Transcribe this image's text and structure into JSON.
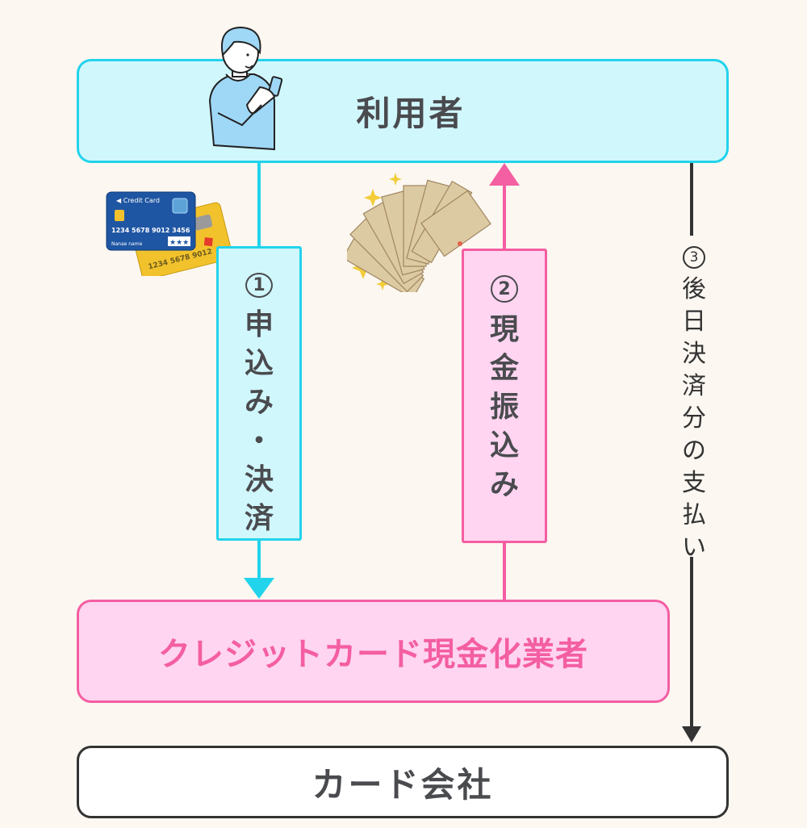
{
  "diagram": {
    "title": "Credit card cash-conversion flow",
    "nodes": {
      "user": {
        "label": "利用者"
      },
      "dealer": {
        "label": "クレジットカード現金化業者"
      },
      "card_company": {
        "label": "カード会社"
      }
    },
    "steps": [
      {
        "number": "1",
        "chars": [
          "申",
          "込",
          "み",
          "・",
          "決",
          "済"
        ],
        "label": "申込み・決済",
        "from": "利用者",
        "to": "クレジットカード現金化業者"
      },
      {
        "number": "2",
        "chars": [
          "現",
          "金",
          "振",
          "込",
          "み"
        ],
        "label": "現金振込み",
        "from": "クレジットカード現金化業者",
        "to": "利用者"
      },
      {
        "number": "3",
        "chars": [
          "後",
          "日",
          "決",
          "済",
          "分",
          "の",
          "支",
          "払",
          "い"
        ],
        "label": "後日決済分の支払い",
        "from": "利用者",
        "to": "カード会社"
      }
    ],
    "illustrations": {
      "person": "person-with-smartphone",
      "cards": {
        "card_text": "Credit Card",
        "number": "1234 5678 9012 3456",
        "name": "Nanae name"
      },
      "money": "fan of 10000-yen bills with sparkles"
    },
    "colors": {
      "background": "#fcf7f1",
      "user_fill": "#d0f7fc",
      "user_stroke": "#22d3ec",
      "dealer_fill": "#ffd5f1",
      "dealer_stroke": "#f45ea2",
      "company_stroke": "#333333",
      "text": "#4a4b4f"
    }
  }
}
